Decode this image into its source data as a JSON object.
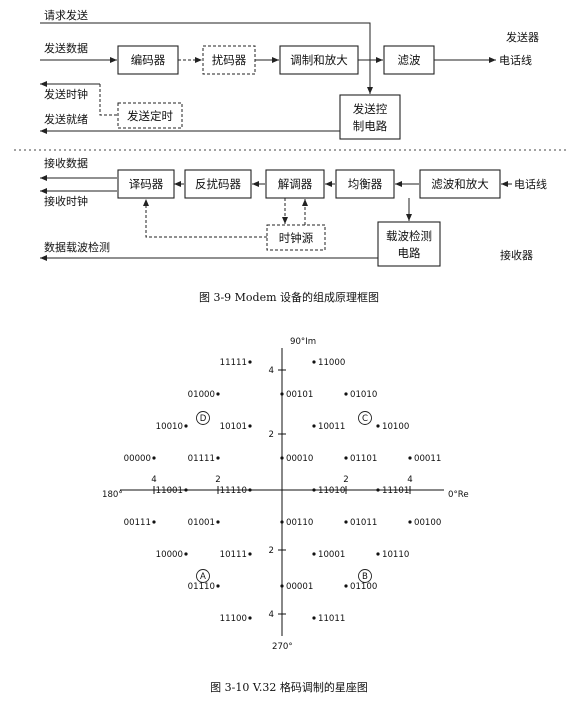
{
  "block_diagram": {
    "signals": {
      "request_to_send": "请求发送",
      "transmit_data": "发送数据",
      "transmit_clock": "发送时钟",
      "transmit_ready": "发送就绪",
      "line_out": "电话线",
      "receive_data": "接收数据",
      "receive_clock": "接收时钟",
      "carrier_detect": "数据载波检测",
      "line_in": "电话线"
    },
    "section_labels": {
      "transmitter": "发送器",
      "receiver": "接收器"
    },
    "blocks": {
      "encoder": "编码器",
      "scrambler": "扰码器",
      "modulator": "调制和放大",
      "filter": "滤波",
      "tx_timing": "发送定时",
      "tx_control_1": "发送控",
      "tx_control_2": "制电路",
      "decoder": "译码器",
      "descrambler": "反扰码器",
      "demodulator": "解调器",
      "equalizer": "均衡器",
      "rx_filter": "滤波和放大",
      "clock_source": "时钟源",
      "carrier_1": "载波检测",
      "carrier_2": "电路"
    },
    "caption": "图 3-9    Modem 设备的组成原理框图"
  },
  "constellation": {
    "axis_labels": {
      "top": "90°Im",
      "left": "180°",
      "right": "0°Re",
      "bottom": "270°"
    },
    "ticks": {
      "x_positive": [
        "2",
        "4"
      ],
      "x_negative": [
        "4",
        "2"
      ],
      "y_positive": [
        "4",
        "2"
      ],
      "y_negative": [
        "2",
        "4"
      ]
    },
    "quadrant_labels": [
      "D",
      "C",
      "A",
      "B"
    ],
    "points": [
      {
        "label": "11111",
        "x": -1,
        "y": 4
      },
      {
        "label": "11000",
        "x": 1,
        "y": 4
      },
      {
        "label": "01000",
        "x": -2,
        "y": 3
      },
      {
        "label": "00101",
        "x": 0,
        "y": 3
      },
      {
        "label": "01010",
        "x": 2,
        "y": 3
      },
      {
        "label": "10010",
        "x": -3,
        "y": 2
      },
      {
        "label": "10101",
        "x": -1,
        "y": 2
      },
      {
        "label": "10011",
        "x": 1,
        "y": 2
      },
      {
        "label": "10100",
        "x": 3,
        "y": 2
      },
      {
        "label": "00000",
        "x": -4,
        "y": 1
      },
      {
        "label": "01111",
        "x": -2,
        "y": 1
      },
      {
        "label": "00010",
        "x": 0,
        "y": 1
      },
      {
        "label": "01101",
        "x": 2,
        "y": 1
      },
      {
        "label": "00011",
        "x": 4,
        "y": 1
      },
      {
        "label": "11001",
        "x": -3,
        "y": 0
      },
      {
        "label": "11110",
        "x": -1,
        "y": 0
      },
      {
        "label": "11010",
        "x": 1,
        "y": 0
      },
      {
        "label": "11101",
        "x": 3,
        "y": 0
      },
      {
        "label": "00111",
        "x": -4,
        "y": -1
      },
      {
        "label": "01001",
        "x": -2,
        "y": -1
      },
      {
        "label": "00110",
        "x": 0,
        "y": -1
      },
      {
        "label": "01011",
        "x": 2,
        "y": -1
      },
      {
        "label": "00100",
        "x": 4,
        "y": -1
      },
      {
        "label": "10000",
        "x": -3,
        "y": -2
      },
      {
        "label": "10111",
        "x": -1,
        "y": -2
      },
      {
        "label": "10001",
        "x": 1,
        "y": -2
      },
      {
        "label": "10110",
        "x": 3,
        "y": -2
      },
      {
        "label": "01110",
        "x": -2,
        "y": -3
      },
      {
        "label": "00001",
        "x": 0,
        "y": -3
      },
      {
        "label": "01100",
        "x": 2,
        "y": -3
      },
      {
        "label": "11100",
        "x": -1,
        "y": -4
      },
      {
        "label": "11011",
        "x": 1,
        "y": -4
      }
    ],
    "caption": "图 3-10    V.32 格码调制的星座图"
  }
}
